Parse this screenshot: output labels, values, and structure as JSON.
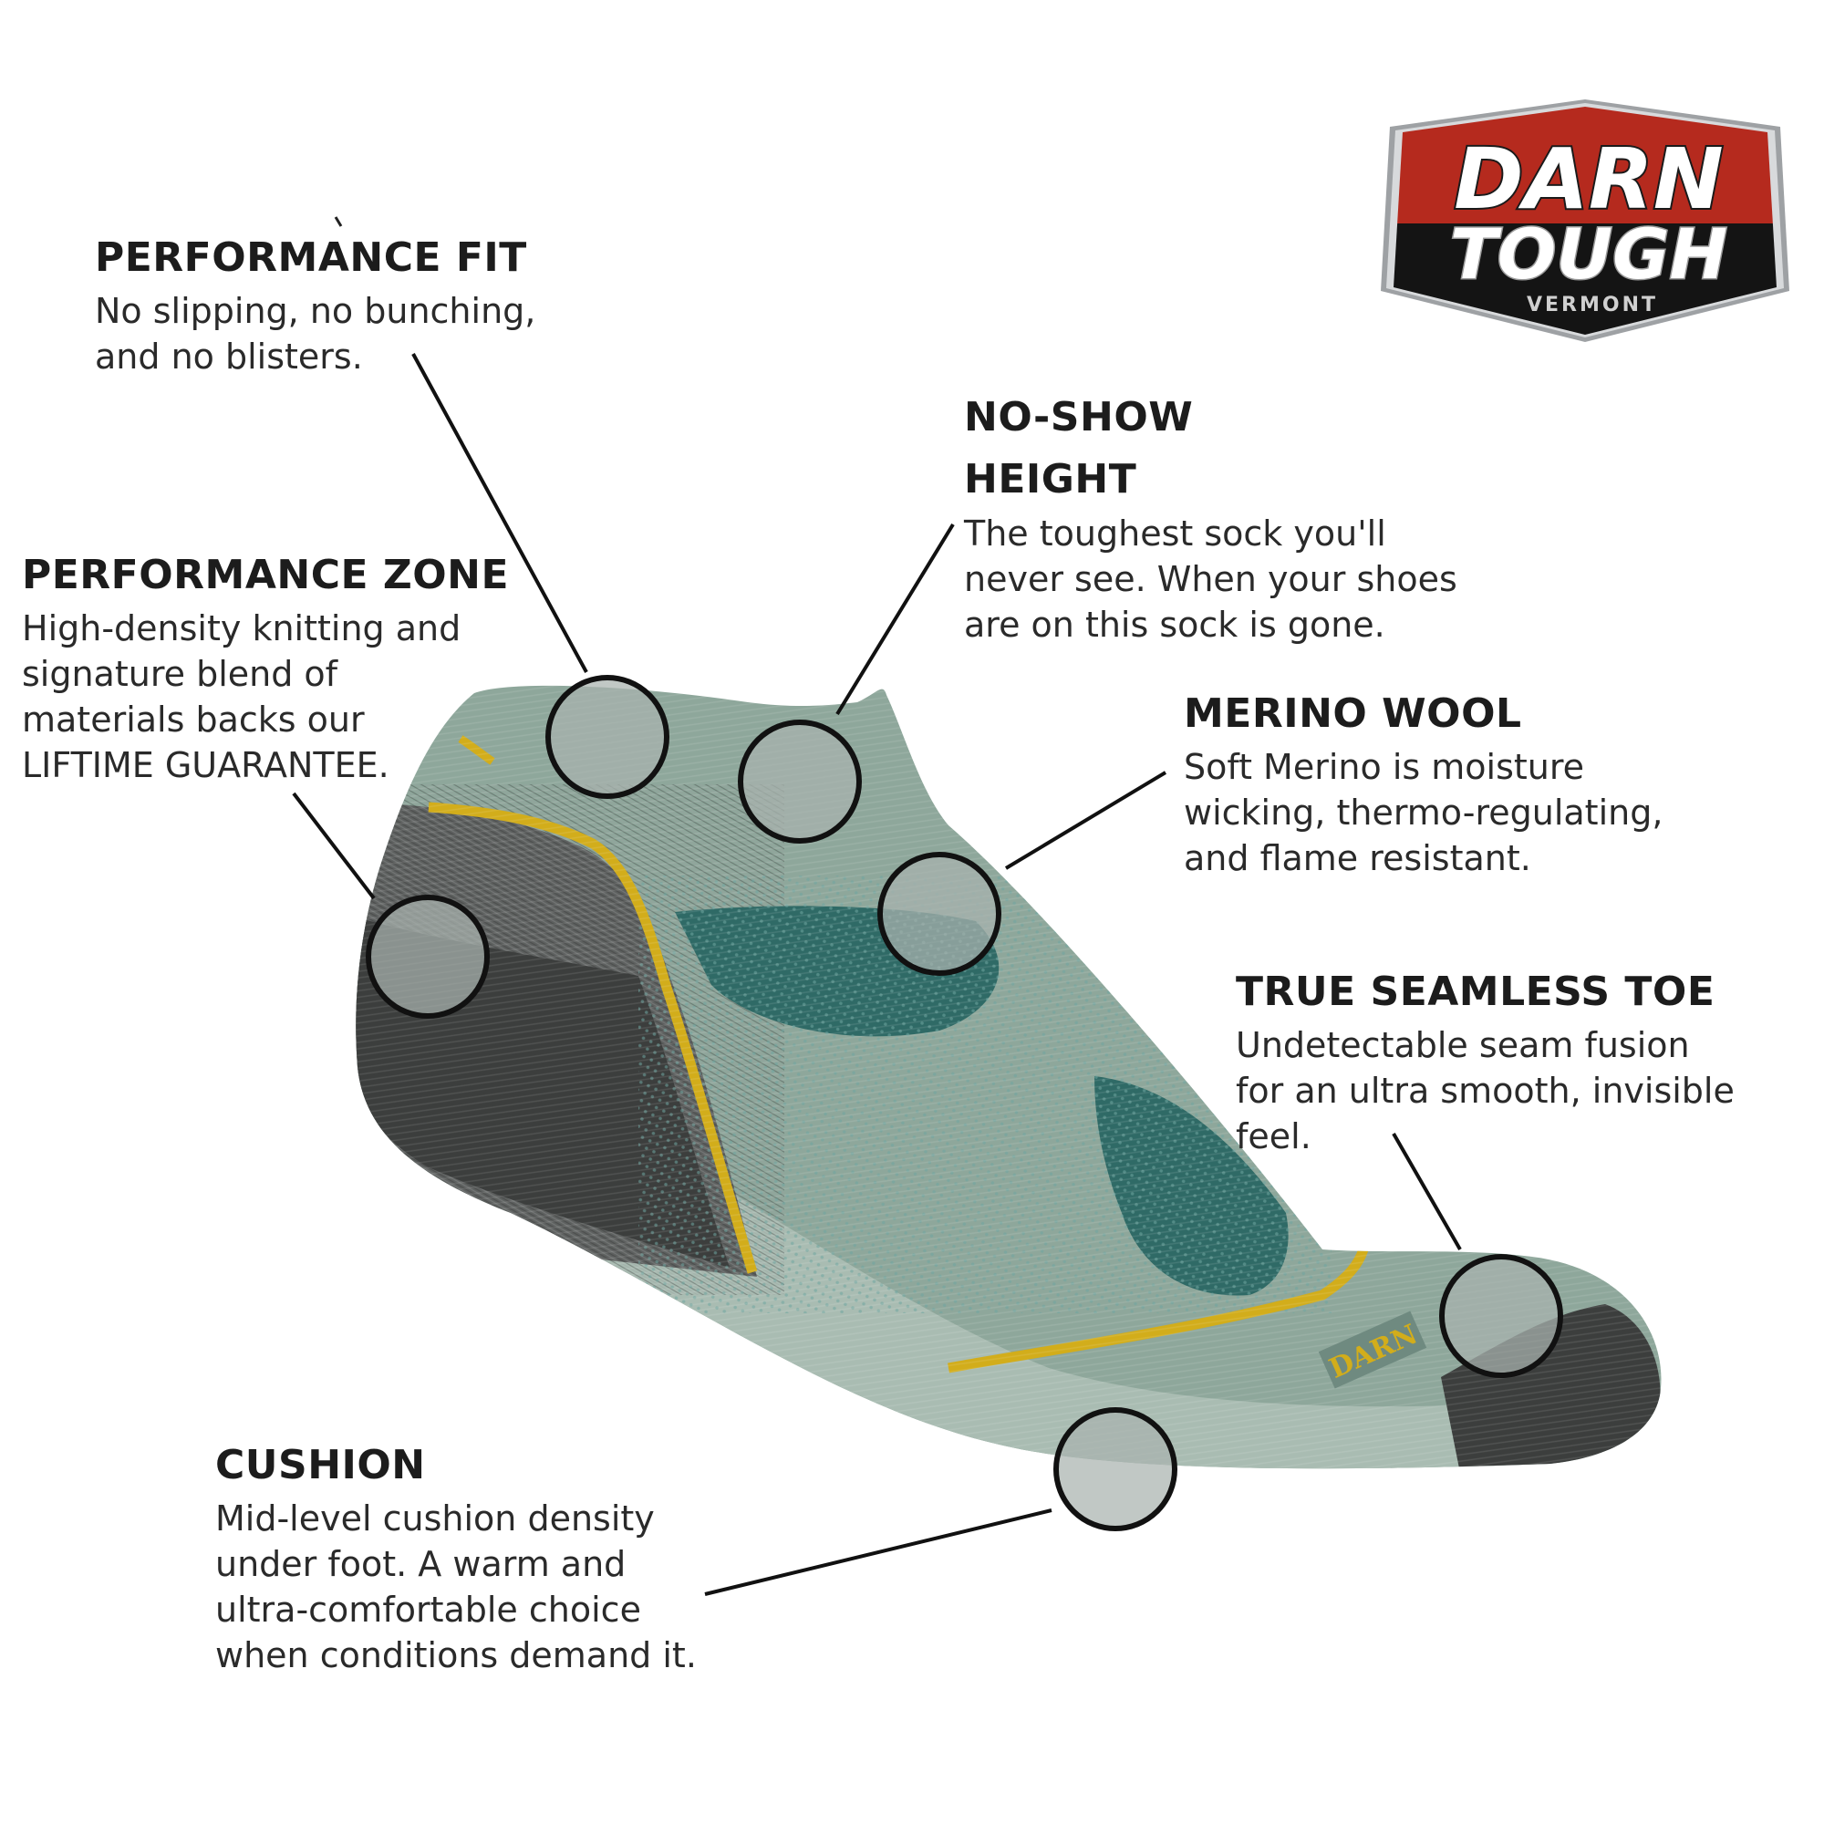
{
  "brand": {
    "line1": "DARN",
    "line2": "TOUGH",
    "line3": "VERMONT",
    "colors": {
      "red": "#b52a1e",
      "black": "#141414",
      "silver": "#c4c6c8"
    }
  },
  "features": [
    {
      "title": "PERFORMANCE FIT",
      "description": "No slipping, no bunching,\nand no blisters."
    },
    {
      "title": "PERFORMANCE ZONE",
      "description": "High-density knitting and\nsignature blend of\nmaterials backs our\nLIFTIME GUARANTEE."
    },
    {
      "title": "NO-SHOW\nHEIGHT",
      "description": "The toughest sock you'll\nnever see. When your shoes\nare on this sock is gone."
    },
    {
      "title": "MERINO WOOL",
      "description": "Soft Merino is moisture\nwicking, thermo-regulating,\nand flame resistant."
    },
    {
      "title": "TRUE SEAMLESS TOE",
      "description": "Undetectable seam fusion\nfor an ultra smooth, invisible\nfeel."
    },
    {
      "title": "CUSHION",
      "description": "Mid-level cushion density\nunder foot. A warm and\nultra-comfortable choice\nwhen conditions demand it."
    }
  ],
  "sock": {
    "colors": {
      "sage": "#8ea79b",
      "sage_light": "#a9bcb2",
      "teal": "#2f6a66",
      "charcoal": "#3c3e3d",
      "heather": "#5d605f",
      "yellow": "#d2ad1b",
      "callout_fill": "#a9b3ae"
    },
    "toe_brand": "DARN"
  }
}
